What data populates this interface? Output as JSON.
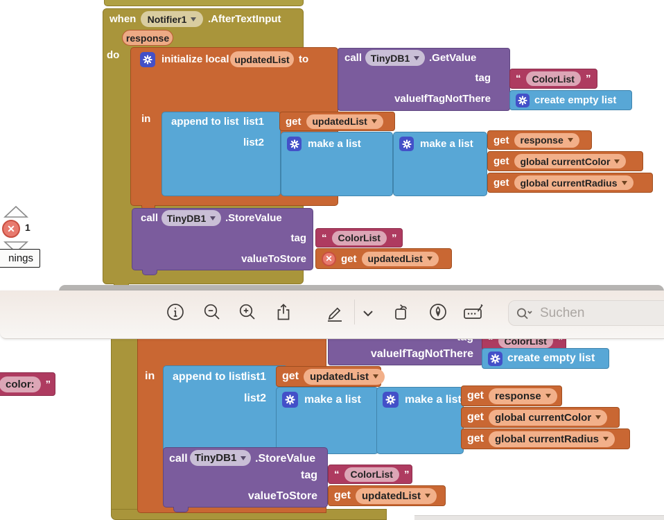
{
  "labels": {
    "when": "when",
    "notifier": "Notifier1",
    "event": ".AfterTextInput",
    "response": "response",
    "do_label": "do",
    "in_label": "in",
    "to_label": "to",
    "init_local": "initialize local",
    "updated_list": "updatedList",
    "call": "call",
    "tinydb": "TinyDB1",
    "get_value": ".GetValue",
    "store_value": ".StoreValue",
    "tag": "tag",
    "color_list": "ColorList",
    "oq": "“",
    "cq": "”",
    "value_if_tag": "valueIfTagNotThere",
    "create_empty": "create empty list",
    "append_to_list": "append to list",
    "list1": "list1",
    "list2": "list2",
    "get": "get",
    "make_a_list": "make a list",
    "global_color": "global currentColor",
    "global_radius": "global currentRadius",
    "value_to_store": "valueToStore"
  },
  "sidebar": {
    "error_count": "1",
    "error_x": "✕",
    "warnings_button_tail": "nings"
  },
  "clipped_string_block": {
    "text": "color:",
    "close_quote": "”"
  },
  "toolbar": {
    "search_placeholder": "Suchen",
    "icons": [
      "info",
      "zoom-out",
      "zoom-in",
      "share",
      "markup",
      "chevron-down",
      "rotate",
      "draw",
      "annotate",
      "search"
    ]
  },
  "colors": {
    "event_olive": "#A9953B",
    "variable_orange": "#C96733",
    "list_blue": "#58A7D6",
    "method_purple": "#7B5C9D",
    "text_crimson": "#AE3B60",
    "mutator_chip_blue": "#4350C8",
    "error_red": "#E87A6E"
  }
}
